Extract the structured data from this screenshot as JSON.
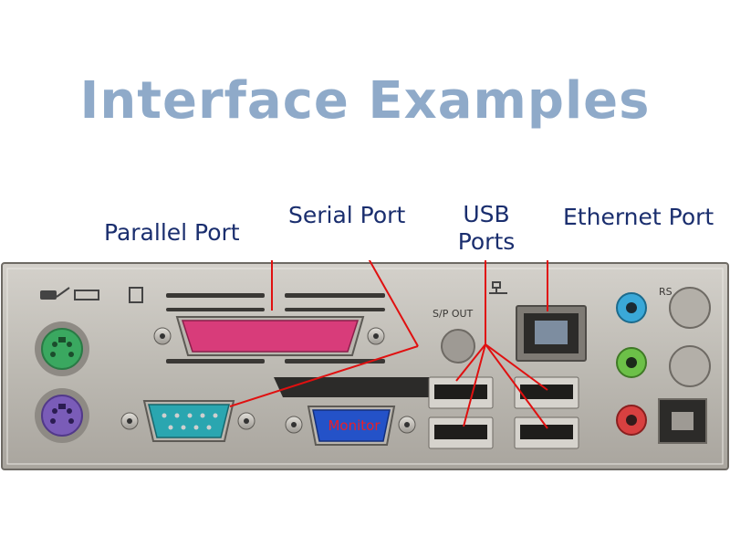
{
  "title": "Interface Examples",
  "labels": {
    "parallel_port": "Parallel Port",
    "serial_port": "Serial Port",
    "usb_ports_line1": "USB",
    "usb_ports_line2": "Ports",
    "ethernet_port": "Ethernet Port"
  },
  "panel_text": {
    "monitor": "Monitor",
    "sp_out": "S/P OUT",
    "rs": "RS"
  },
  "colors": {
    "title": "#8faac9",
    "label": "#1a2e6e",
    "pointer": "#e01010",
    "panel": "#c9c6c0",
    "ps2_mouse": "#3aa860",
    "ps2_keyboard": "#7a5cb8",
    "parallel": "#d83c7a",
    "serial": "#2aa6b0",
    "vga": "#2452c8",
    "audio_blue": "#3aa8d8",
    "audio_green": "#6cc048",
    "audio_pink": "#d84040"
  }
}
